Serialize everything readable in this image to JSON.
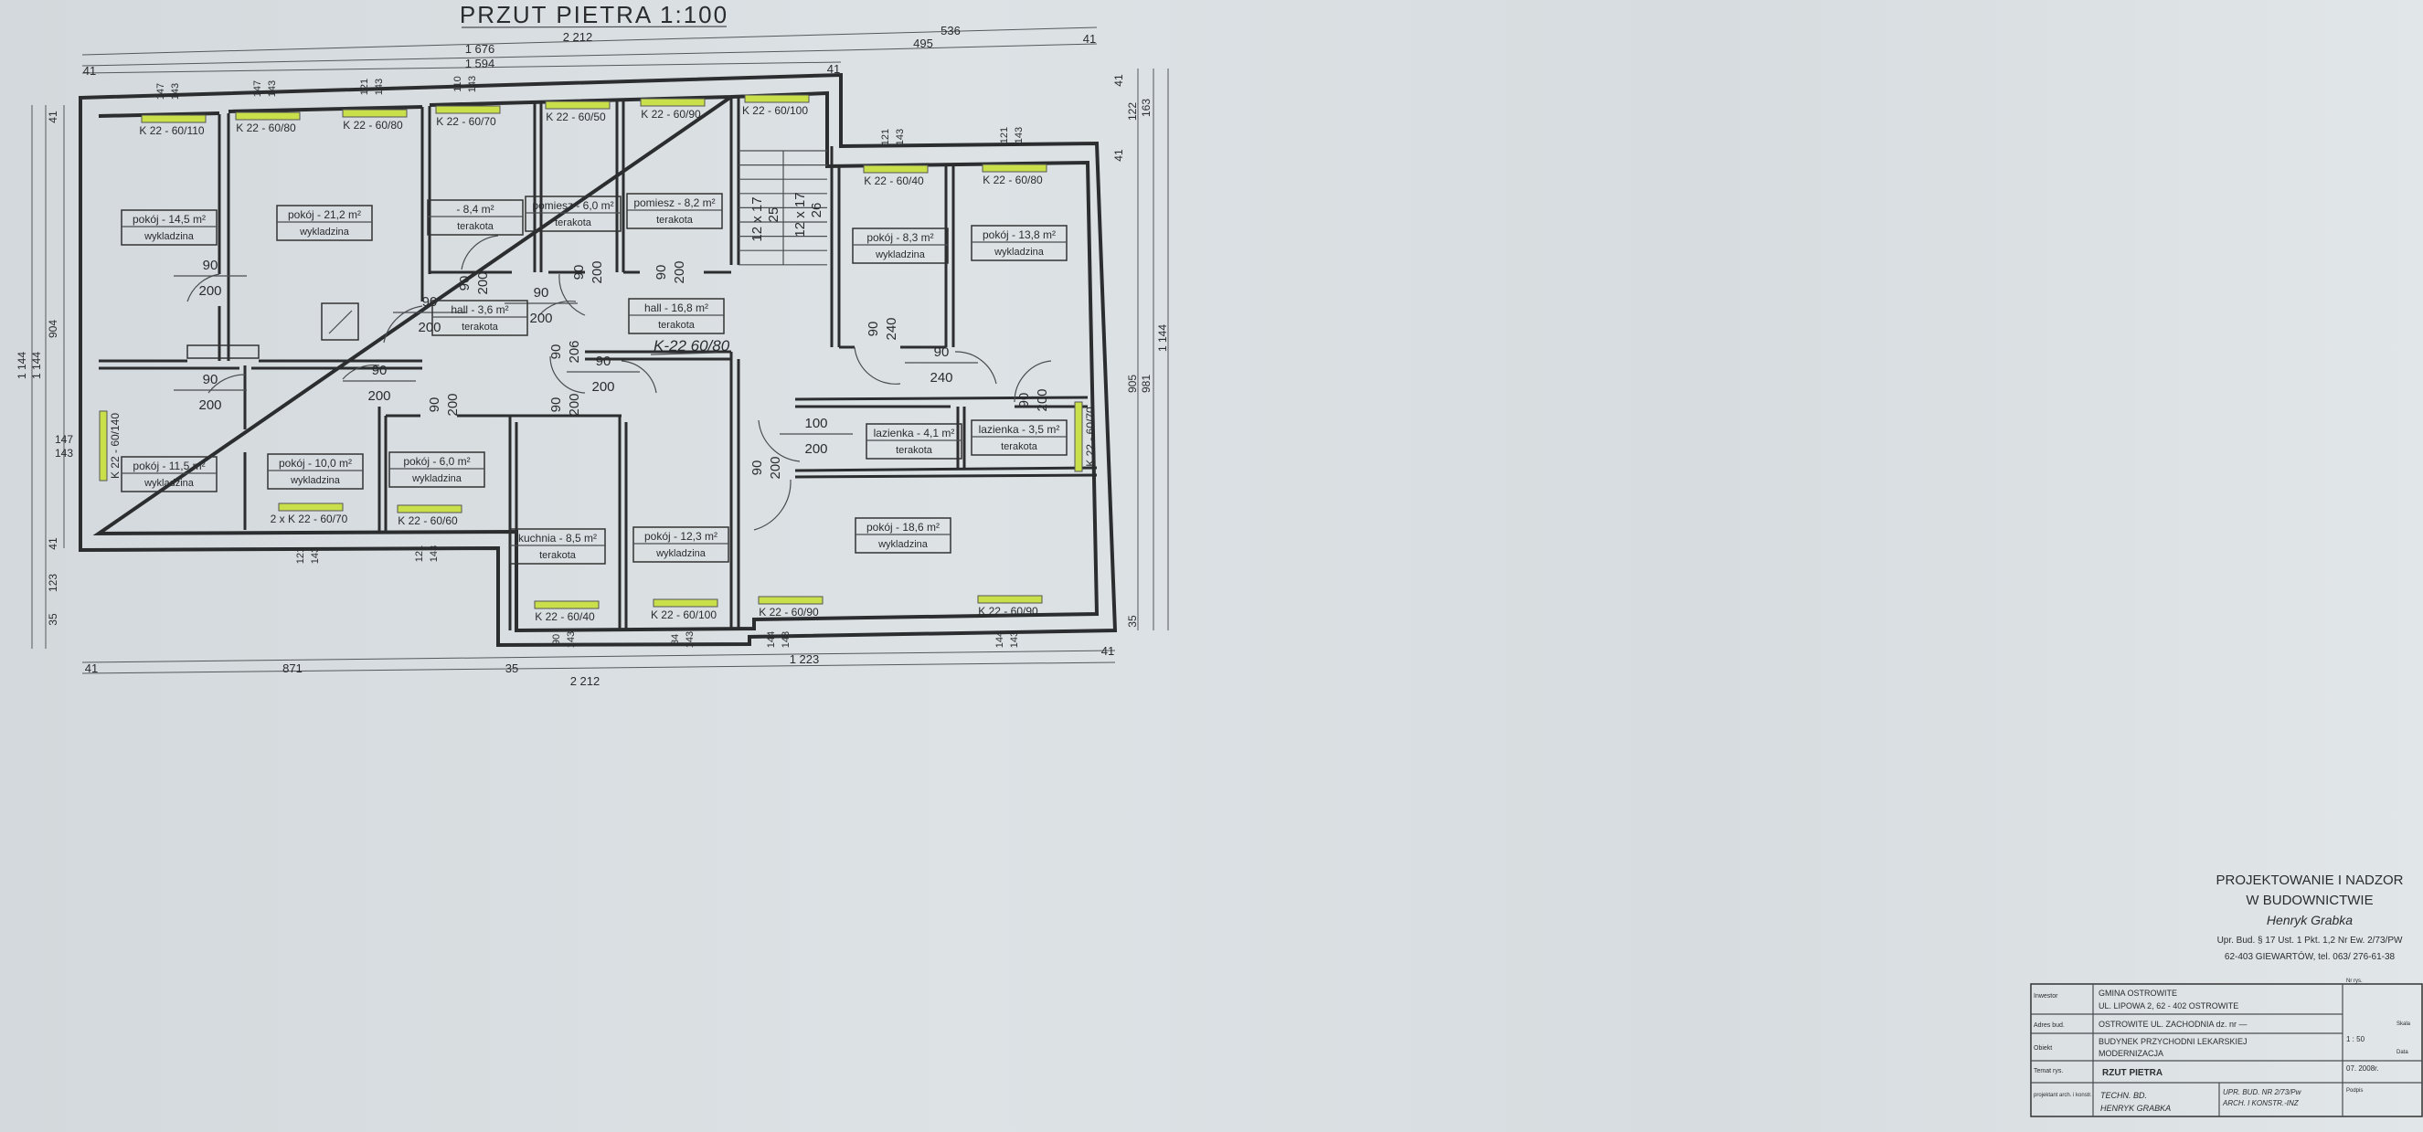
{
  "title": "PRZUT PIETRA 1:100",
  "rooms": [
    {
      "label": "pokój - 14,5 m²",
      "finish": "wykladzina"
    },
    {
      "label": "pokój - 21,2 m²",
      "finish": "wykladzina"
    },
    {
      "label": "- 8,4 m²",
      "finish": "terakota"
    },
    {
      "label": "pomiesz - 6,0 m²",
      "finish": "terakota"
    },
    {
      "label": "pomiesz - 8,2 m²",
      "finish": "terakota"
    },
    {
      "label": "hall - 3,6 m²",
      "finish": "terakota"
    },
    {
      "label": "hall - 16,8 m²",
      "finish": "terakota"
    },
    {
      "label": "pokój - 8,3 m²",
      "finish": "wykladzina"
    },
    {
      "label": "pokój - 13,8 m²",
      "finish": "wykladzina"
    },
    {
      "label": "pokój - 11,5 m²",
      "finish": "wykladzina"
    },
    {
      "label": "pokój - 10,0 m²",
      "finish": "wykladzina"
    },
    {
      "label": "pokój - 6,0 m²",
      "finish": "wykladzina"
    },
    {
      "label": "kuchnia - 8,5 m²",
      "finish": "terakota"
    },
    {
      "label": "pokój - 12,3 m²",
      "finish": "wykladzina"
    },
    {
      "label": "lazienka - 4,1 m²",
      "finish": "terakota"
    },
    {
      "label": "lazienka - 3,5 m²",
      "finish": "terakota"
    },
    {
      "label": "pokój - 18,6 m²",
      "finish": "wykladzina"
    }
  ],
  "windows": [
    "K 22 - 60/110",
    "K 22 - 60/80",
    "K 22 - 60/80",
    "K 22 - 60/70",
    "K 22 - 60/50",
    "K 22 - 60/90",
    "K 22 - 60/100",
    "K 22 - 60/40",
    "K 22 - 60/80",
    "K 22 - 60/140",
    "K 22 - 60/70",
    "2 x K 22 - 60/70",
    "K 22 - 60/60",
    "K 22 - 60/40",
    "K 22 - 60/100",
    "K 22 - 60/90",
    "K 22 - 60/90"
  ],
  "handwritten_note": "K-22 60/80",
  "doors": [
    [
      "90",
      "200"
    ],
    [
      "90",
      "200"
    ],
    [
      "90",
      "200"
    ],
    [
      "90",
      "200"
    ],
    [
      "90",
      "200"
    ],
    [
      "90",
      "200"
    ],
    [
      "90",
      "200"
    ],
    [
      "90",
      "206"
    ],
    [
      "90",
      "200"
    ],
    [
      "90",
      "200"
    ],
    [
      "90",
      "200"
    ],
    [
      "90",
      "200"
    ],
    [
      "90",
      "240"
    ],
    [
      "90",
      "240"
    ],
    [
      "100",
      "200"
    ],
    [
      "90",
      "200"
    ],
    [
      "90",
      "200"
    ]
  ],
  "stairs": [
    [
      "12 x 17",
      "25"
    ],
    [
      "12 x 17",
      "26"
    ]
  ],
  "sill_dims": [
    [
      "147",
      "143"
    ],
    [
      "147",
      "143"
    ],
    [
      "121",
      "143"
    ],
    [
      "110",
      "143"
    ],
    [
      "121",
      "143"
    ],
    [
      "121",
      "143"
    ],
    [
      "121",
      "143"
    ],
    [
      "121",
      "143"
    ],
    [
      "90",
      "143"
    ],
    [
      "84",
      "143"
    ],
    [
      "144",
      "143"
    ],
    [
      "144",
      "143"
    ]
  ],
  "dimensions": {
    "top": [
      "2 212",
      "1 676",
      "1 594",
      "536",
      "41",
      "495",
      "41",
      "41"
    ],
    "bottom": [
      "41",
      "871",
      "35",
      "1 223",
      "41",
      "2 212"
    ],
    "left": [
      "1 144",
      "1 144",
      "904",
      "41",
      "147",
      "143",
      "41",
      "123",
      "35"
    ],
    "right": [
      "41",
      "122",
      "163",
      "41",
      "905",
      "981",
      "1 144",
      "35"
    ]
  },
  "stamp": [
    "PROJEKTOWANIE I NADZOR",
    "W BUDOWNICTWIE",
    "Henryk Grabka",
    "Upr. Bud. § 17 Ust. 1 Pkt. 1,2 Nr Ew. 2/73/PW",
    "62-403 GIEWARTÓW, tel. 063/ 276-61-38"
  ],
  "title_block": {
    "investor_label": "Inwestor",
    "investor_1": "GMINA OSTROWITE",
    "investor_2": "UL. LIPOWA 2, 62 - 402 OSTROWITE",
    "address_label": "Adres bud.",
    "address": "OSTROWITE UL. ZACHODNIA dz. nr —",
    "object_label": "Obiekt",
    "object_1": "BUDYNEK PRZYCHODNI LEKARSKIEJ",
    "object_2": "MODERNIZACJA",
    "topic_label": "Temat rys.",
    "topic": "RZUT PIETRA",
    "designer_label": "projektant arch. i konstr.",
    "designer_1": "TECHN. BD.",
    "designer_2": "HENRYK GRABKA",
    "license_1": "UPR. BUD. NR 2/73/Pw",
    "license_2": "ARCH. I KONSTR.-INZ",
    "nr_label": "Nr rys.",
    "scale_label": "Skala",
    "scale": "1 : 50",
    "date_label": "Data",
    "date": "07. 2008r.",
    "sign_label": "Podpis"
  }
}
